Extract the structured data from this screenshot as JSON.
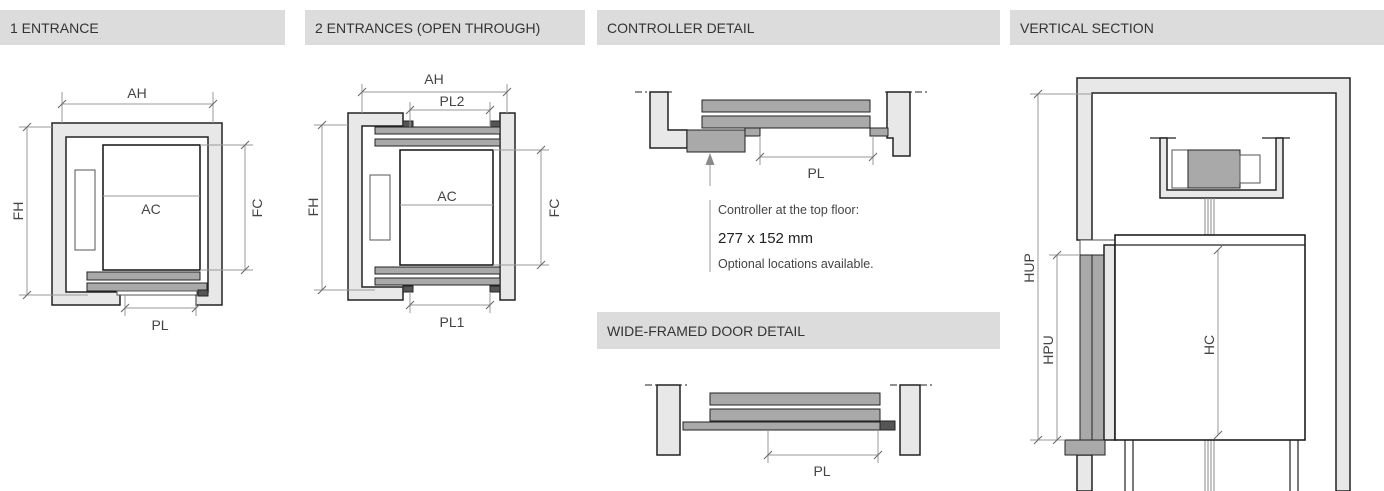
{
  "colors": {
    "header_bg": "#dcdcdc",
    "wall": "#e8e8e8",
    "door": "#a9a9a9"
  },
  "entrance_1": {
    "title": "1 ENTRANCE",
    "ah": "AH",
    "fh": "FH",
    "ac": "AC",
    "fc": "FC",
    "pl": "PL"
  },
  "entrance_2": {
    "title": "2 ENTRANCES (OPEN THROUGH)",
    "ah": "AH",
    "pl2": "PL2",
    "fh": "FH",
    "ac": "AC",
    "fc": "FC",
    "pl1": "PL1"
  },
  "controller_detail": {
    "title": "CONTROLLER DETAIL",
    "pl": "PL",
    "note_line1": "Controller at the top floor:",
    "note_size": "277 x 152 mm",
    "note_line2": "Optional locations available."
  },
  "wide_framed_door_detail": {
    "title": "WIDE-FRAMED DOOR DETAIL",
    "pl": "PL"
  },
  "vertical_section": {
    "title": "VERTICAL SECTION",
    "hup": "HUP",
    "hpu": "HPU",
    "hc": "HC"
  }
}
